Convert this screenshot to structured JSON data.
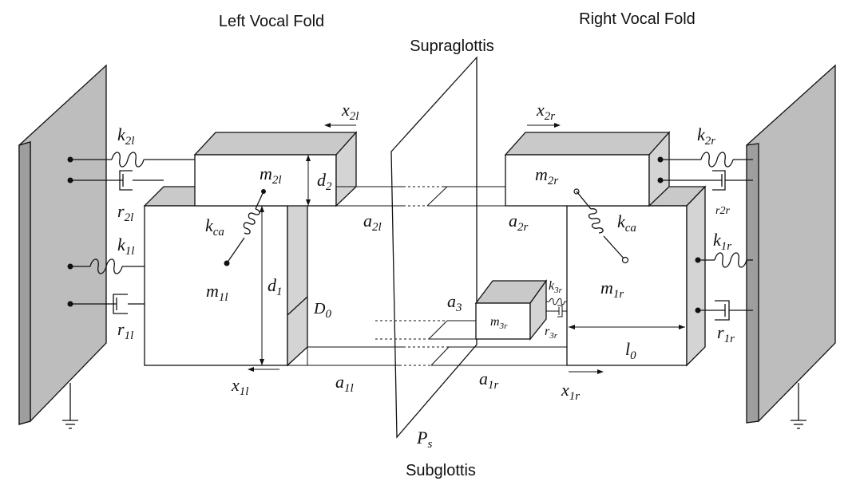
{
  "titles": {
    "left_fold": "Left Vocal Fold",
    "right_fold": "Right Vocal Fold",
    "supraglottis": "Supraglottis",
    "subglottis": "Subglottis"
  },
  "labels": {
    "k2l": "k",
    "k2l_sub": "2l",
    "r2l": "r",
    "r2l_sub": "2l",
    "k1l": "k",
    "k1l_sub": "1l",
    "r1l": "r",
    "r1l_sub": "1l",
    "kca_left": "k",
    "kca_left_sub": "ca",
    "m2l": "m",
    "m2l_sub": "2l",
    "m1l": "m",
    "m1l_sub": "1l",
    "d2": "d",
    "d2_sub": "2",
    "d1": "d",
    "d1_sub": "1",
    "D0": "D",
    "D0_sub": "0",
    "x2l": "x",
    "x2l_sub": "2l",
    "x1l": "x",
    "x1l_sub": "1l",
    "a2l": "a",
    "a2l_sub": "2l",
    "a1l": "a",
    "a1l_sub": "1l",
    "x2r": "x",
    "x2r_sub": "2r",
    "x1r": "x",
    "x1r_sub": "1r",
    "a2r": "a",
    "a2r_sub": "2r",
    "a1r": "a",
    "a1r_sub": "1r",
    "a3": "a",
    "a3_sub": "3",
    "m2r": "m",
    "m2r_sub": "2r",
    "m1r": "m",
    "m1r_sub": "1r",
    "m3r": "m",
    "m3r_sub": "3r",
    "k3r": "k",
    "k3r_sub": "3r",
    "r3r": "r",
    "r3r_sub": "3r",
    "kca_right": "k",
    "kca_right_sub": "ca",
    "k2r": "k",
    "k2r_sub": "2r",
    "r2r": "r2r",
    "k1r": "k",
    "k1r_sub": "1r",
    "r1r": "r",
    "r1r_sub": "1r",
    "l0": "l",
    "l0_sub": "0",
    "Ps": "P",
    "Ps_sub": "s"
  }
}
